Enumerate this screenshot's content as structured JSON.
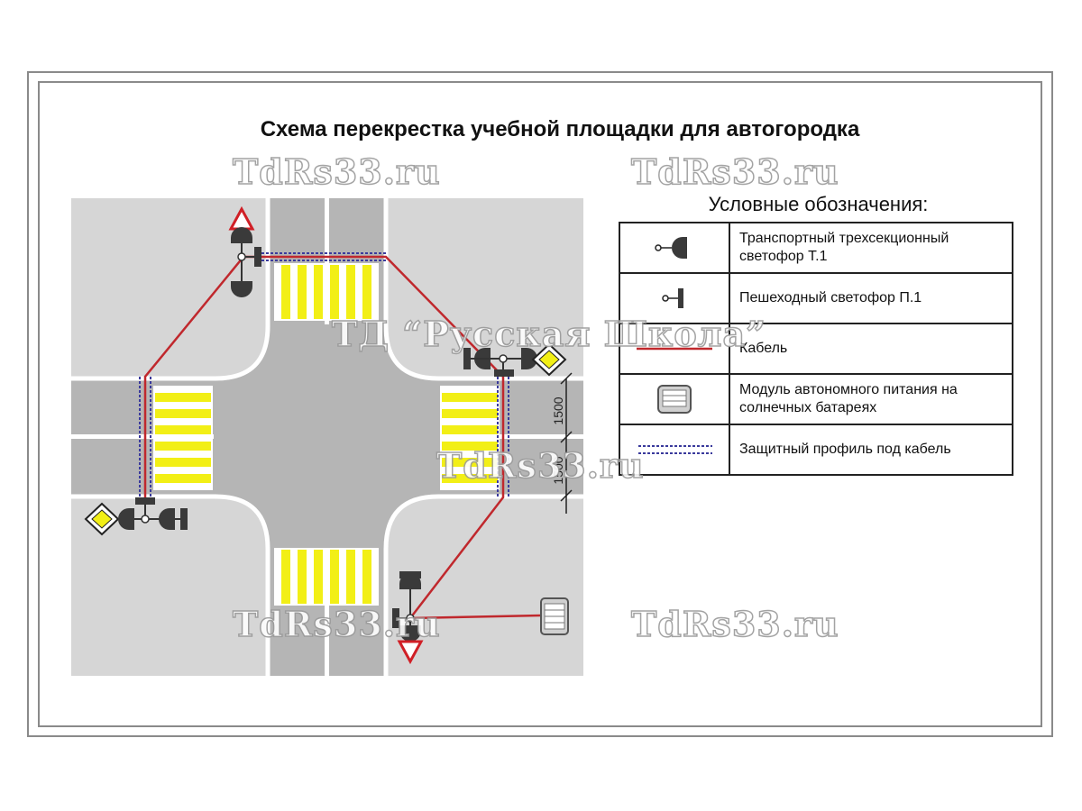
{
  "title": "Схема перекрестка учебной площадки для автогородка",
  "legend": {
    "heading": "Условные обозначения:",
    "items": [
      {
        "label": "Транспортный трехсекционный светофор Т.1",
        "icon": "traffic-light-icon"
      },
      {
        "label": "Пешеходный светофор П.1",
        "icon": "pedestrian-light-icon"
      },
      {
        "label": "Кабель",
        "icon": "cable-line-icon"
      },
      {
        "label": "Модуль автономного питания на солнечных батареях",
        "icon": "solar-module-icon"
      },
      {
        "label": "Защитный профиль под кабель",
        "icon": "cable-profile-icon"
      }
    ]
  },
  "dimensions": {
    "upper": "1500",
    "lower": "1500"
  },
  "watermarks": {
    "site": "TdRs33.ru",
    "company": "ТД “Русская Школа”"
  },
  "colors": {
    "road": "#b5b5b5",
    "sidewalk": "#d6d6d6",
    "lane": "#c9c9c9",
    "zebra": "#f2ef16",
    "cable": "#c0282d",
    "profile": "#3a3a9c"
  }
}
